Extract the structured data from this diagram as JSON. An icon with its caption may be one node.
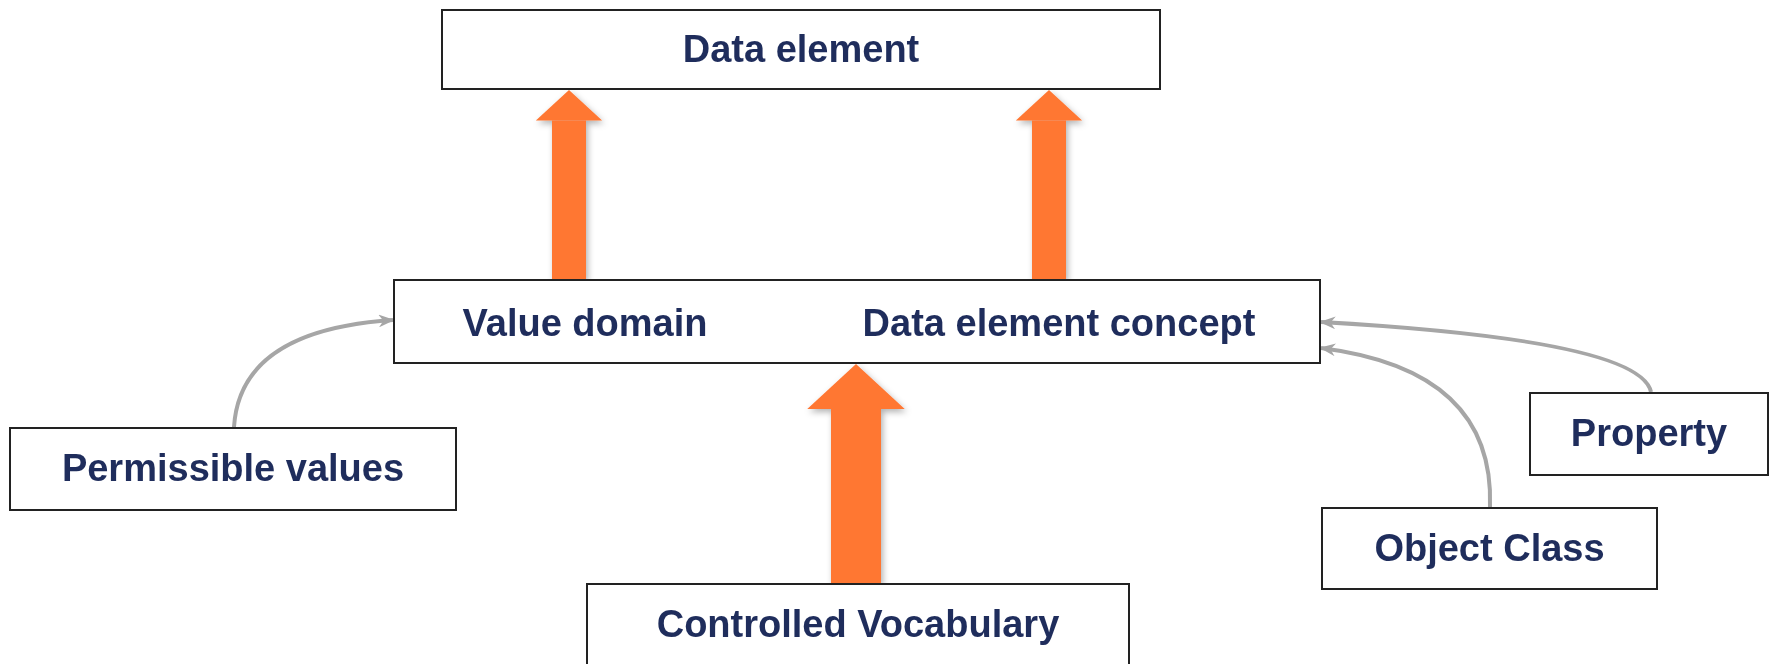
{
  "diagram": {
    "nodes": [
      {
        "text": [
          "Data element"
        ]
      },
      {
        "text": [],
        "shape": "box"
      },
      {
        "text": [
          "Value domain"
        ],
        "in": 1
      },
      {
        "text": [
          "Data element concept"
        ],
        "in": 1
      },
      {
        "text": [
          "Permissible values"
        ]
      },
      {
        "text": [
          "Property"
        ]
      },
      {
        "text": [
          "Object Class"
        ]
      },
      {
        "text": [
          "Controlled Vocabulary"
        ]
      }
    ],
    "edges": [
      {
        "from": 2,
        "to": 0,
        "arrow": "to",
        "style": "thick",
        "color": "#ff7733"
      },
      {
        "from": 3,
        "to": 0,
        "arrow": "to",
        "style": "thick",
        "color": "#ff7733"
      },
      {
        "from": 7,
        "to": 1,
        "arrow": "to",
        "style": "thick",
        "color": "#ff7733"
      },
      {
        "from": 4,
        "to": 2,
        "arrow": "to",
        "color": "#a6a6a6"
      },
      {
        "from": 5,
        "to": 3,
        "arrow": "to",
        "color": "#a6a6a6"
      },
      {
        "from": 6,
        "to": 3,
        "arrow": "to",
        "color": "#a6a6a6"
      }
    ]
  }
}
